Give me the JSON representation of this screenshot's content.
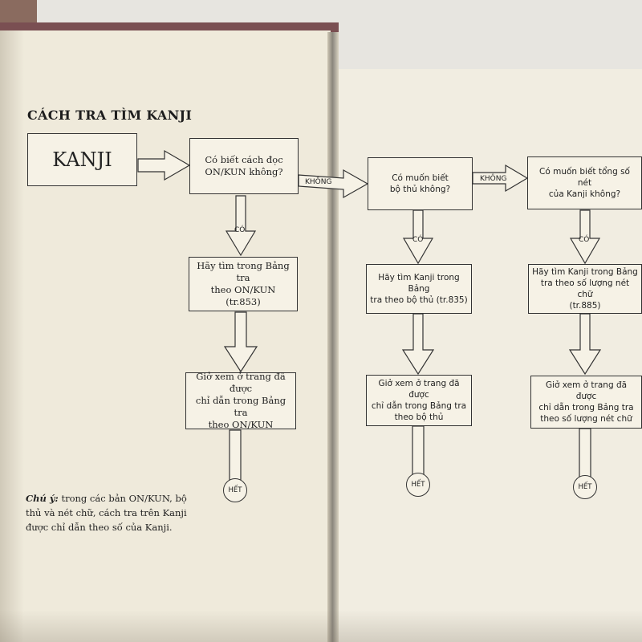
{
  "title": "CÁCH TRA TÌM KANJI",
  "colors": {
    "page": "#efeadb",
    "ink": "#222222",
    "cover": "#7a4f52"
  },
  "nodes": {
    "kanji": "KANJI",
    "q_onkun": "Có biết cách đọc\nON/KUN không?",
    "q_radical": "Có muốn biết\nbộ thủ không?",
    "q_strokes": "Có muốn biết tổng số nét\ncủa Kanji không?",
    "s_onkun": "Hãy tìm trong Bảng tra\ntheo ON/KUN (tr.853)",
    "s_radical": "Hãy tìm Kanji trong Bảng\ntra theo bộ thủ (tr.835)",
    "s_strokes": "Hãy tìm Kanji trong Bảng\ntra theo số lượng nét chữ\n(tr.885)",
    "g_onkun": "Giở xem ở trang đã được\nchỉ dẫn trong Bảng tra\ntheo ON/KUN",
    "g_radical": "Giở xem ở trang đã được\nchỉ dẫn trong Bảng tra\ntheo bộ thủ",
    "g_strokes": "Giở xem ở trang đã được\nchỉ dẫn trong Bảng tra\ntheo số lượng nét chữ"
  },
  "labels": {
    "yes": "CÓ",
    "no": "KHÔNG",
    "end": "HẾT"
  },
  "note": {
    "lead": "Chú ý:",
    "text": "trong các bản ON/KUN, bộ thủ và nét chữ, cách tra trên Kanji được chỉ dẫn theo số của Kanji."
  }
}
